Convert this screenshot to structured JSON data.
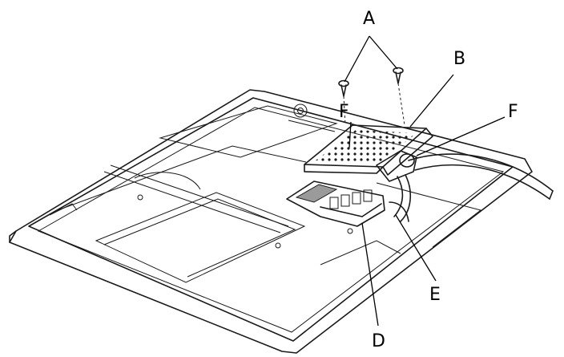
{
  "labels": {
    "a": "A",
    "b": "B",
    "f_left": "F",
    "f_right": "F",
    "e": "E",
    "d": "D"
  },
  "colors": {
    "line": "#1a1a1a",
    "background": "#ffffff",
    "shade": "#9a9a9a"
  }
}
